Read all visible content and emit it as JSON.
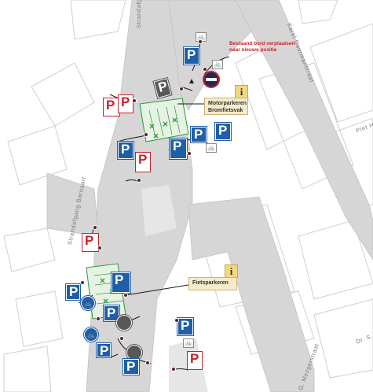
{
  "streets": {
    "strandafgang_top": "Strandafgang",
    "karel_doormanstraat": "Karel Doormanstraat",
    "strandafgang_barnaart": "Strandafgang Barnaart",
    "g_mezgerstraat": "G. Mezgerstraat",
    "piet_partial": "Piet H",
    "dr_partial": "Dr. S"
  },
  "annotations": {
    "motorparkeren": "Motorparkeren",
    "bromfietsvak": "Bromfietsvak",
    "fietsparkeren": "Fietsparkeren",
    "info_letter": "i",
    "red_note_line1": "Bestaand bord verplaatsen",
    "red_note_line2": "naar nieuwe positie"
  },
  "signs": {
    "p_letter": "P",
    "bike_symbol": "🚲",
    "moped_symbol": "🛵"
  },
  "colors": {
    "road": "#d4d4d4",
    "building_outline": "#c9c9c9",
    "sign_blue": "#1f5fa8",
    "sign_red": "#c8232c",
    "parking_green": "#2e9a3a",
    "callout_bg": "#f6eccb",
    "note_red": "#d3202a"
  }
}
